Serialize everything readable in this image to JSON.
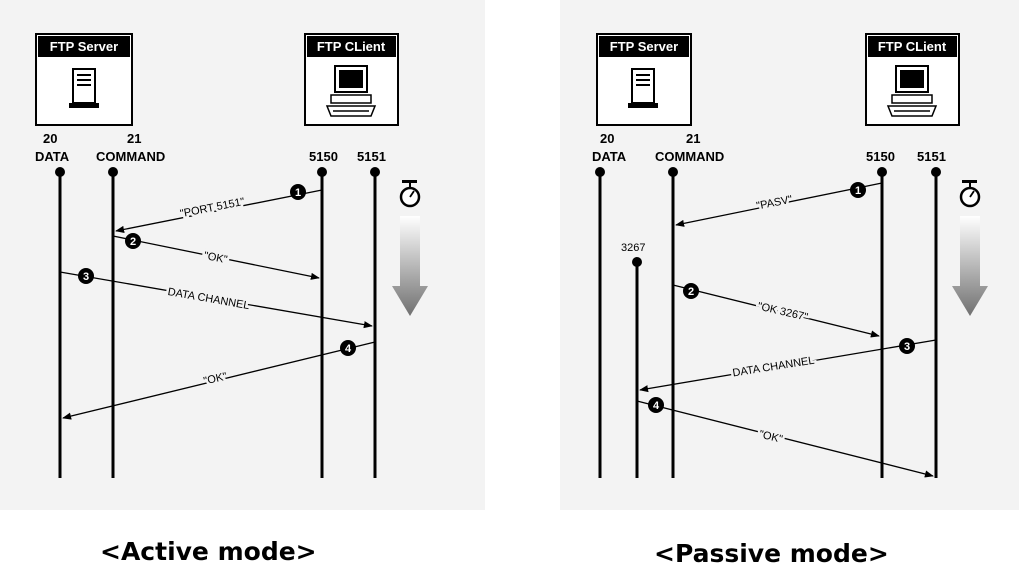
{
  "colors": {
    "panel_bg": "#f3f3f3",
    "line": "#000000",
    "label_bg": "#000000",
    "label_fg": "#ffffff",
    "arrow_top": "#ffffff",
    "arrow_bottom": "#707070"
  },
  "icons": [
    "server-icon",
    "computer-icon",
    "stopwatch-icon",
    "down-arrow-icon"
  ],
  "active": {
    "caption": "<Active mode>",
    "server_label": "FTP Server",
    "client_label": "FTP CLient",
    "ports": {
      "data_num": "20",
      "data_name": "DATA",
      "cmd_num": "21",
      "cmd_name": "COMMAND",
      "client1": "5150",
      "client2": "5151"
    },
    "steps": [
      {
        "num": "1",
        "text": "\"PORT 5151\""
      },
      {
        "num": "2",
        "text": "\"OK\""
      },
      {
        "num": "3",
        "text": "DATA CHANNEL"
      },
      {
        "num": "4",
        "text": "\"OK\""
      }
    ]
  },
  "passive": {
    "caption": "<Passive mode>",
    "server_label": "FTP Server",
    "client_label": "FTP CLient",
    "ports": {
      "data_num": "20",
      "data_name": "DATA",
      "cmd_num": "21",
      "cmd_name": "COMMAND",
      "client1": "5150",
      "client2": "5151",
      "extra": "3267"
    },
    "steps": [
      {
        "num": "1",
        "text": "\"PASV\""
      },
      {
        "num": "2",
        "text": "\"OK 3267\""
      },
      {
        "num": "3",
        "text": "DATA CHANNEL"
      },
      {
        "num": "4",
        "text": "\"OK\""
      }
    ]
  }
}
